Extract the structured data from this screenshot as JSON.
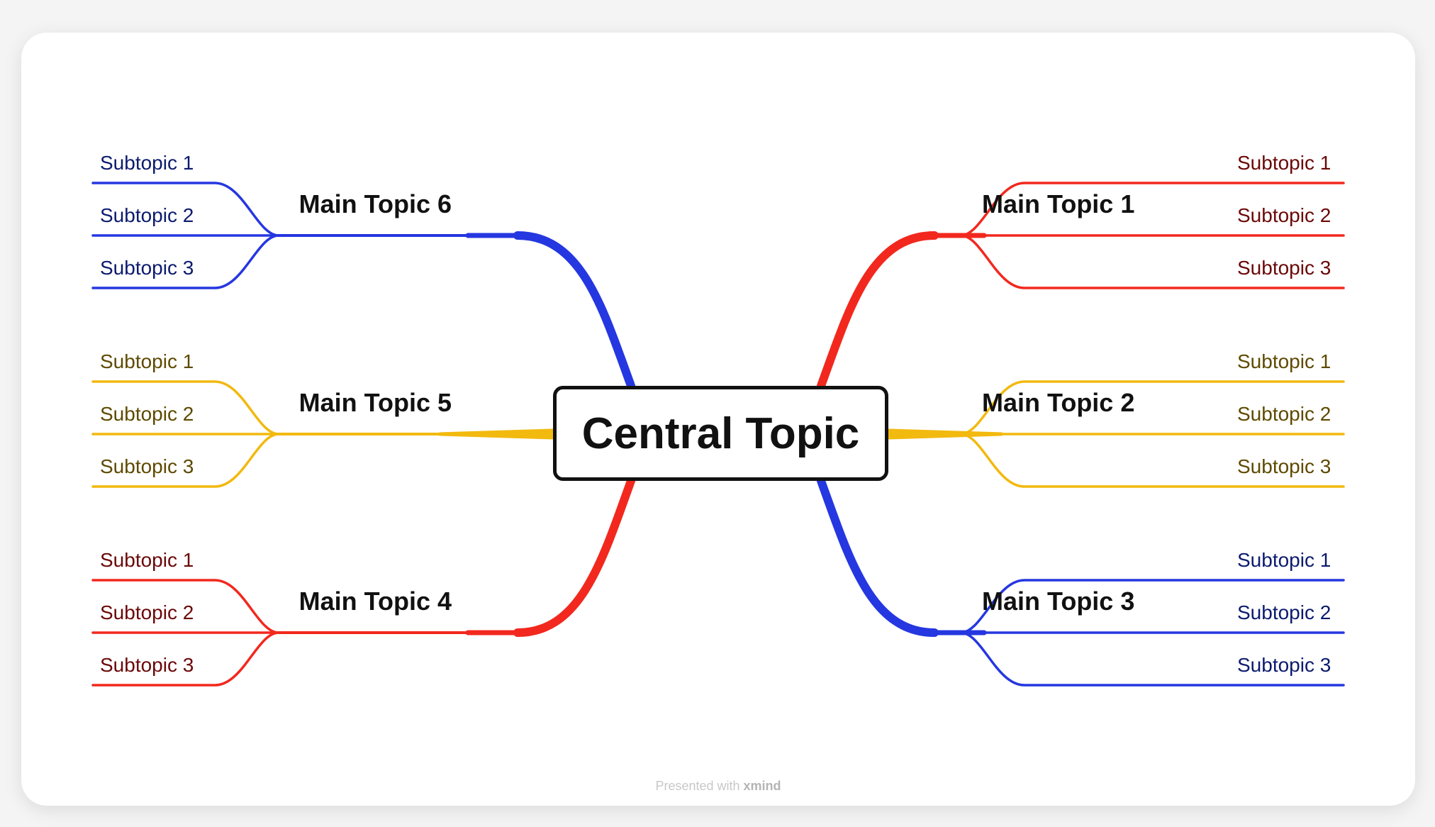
{
  "central": {
    "label": "Central Topic"
  },
  "branches": [
    {
      "label": "Main Topic 1",
      "side": "right",
      "color": "#f2281e",
      "text_color": "#6b0808",
      "subtopics": [
        "Subtopic 1",
        "Subtopic 2",
        "Subtopic 3"
      ]
    },
    {
      "label": "Main Topic 2",
      "side": "right",
      "color": "#f2b90f",
      "text_color": "#5e4a00",
      "subtopics": [
        "Subtopic 1",
        "Subtopic 2",
        "Subtopic 3"
      ]
    },
    {
      "label": "Main Topic 3",
      "side": "right",
      "color": "#2537e0",
      "text_color": "#0c1b6e",
      "subtopics": [
        "Subtopic 1",
        "Subtopic 2",
        "Subtopic 3"
      ]
    },
    {
      "label": "Main Topic 4",
      "side": "left",
      "color": "#f2281e",
      "text_color": "#6b0808",
      "subtopics": [
        "Subtopic 1",
        "Subtopic 2",
        "Subtopic 3"
      ]
    },
    {
      "label": "Main Topic 5",
      "side": "left",
      "color": "#f2b90f",
      "text_color": "#5e4a00",
      "subtopics": [
        "Subtopic 1",
        "Subtopic 2",
        "Subtopic 3"
      ]
    },
    {
      "label": "Main Topic 6",
      "side": "left",
      "color": "#2537e0",
      "text_color": "#0c1b6e",
      "subtopics": [
        "Subtopic 1",
        "Subtopic 2",
        "Subtopic 3"
      ]
    }
  ],
  "footer": {
    "prefix": "Presented with",
    "brand": "xmind"
  }
}
